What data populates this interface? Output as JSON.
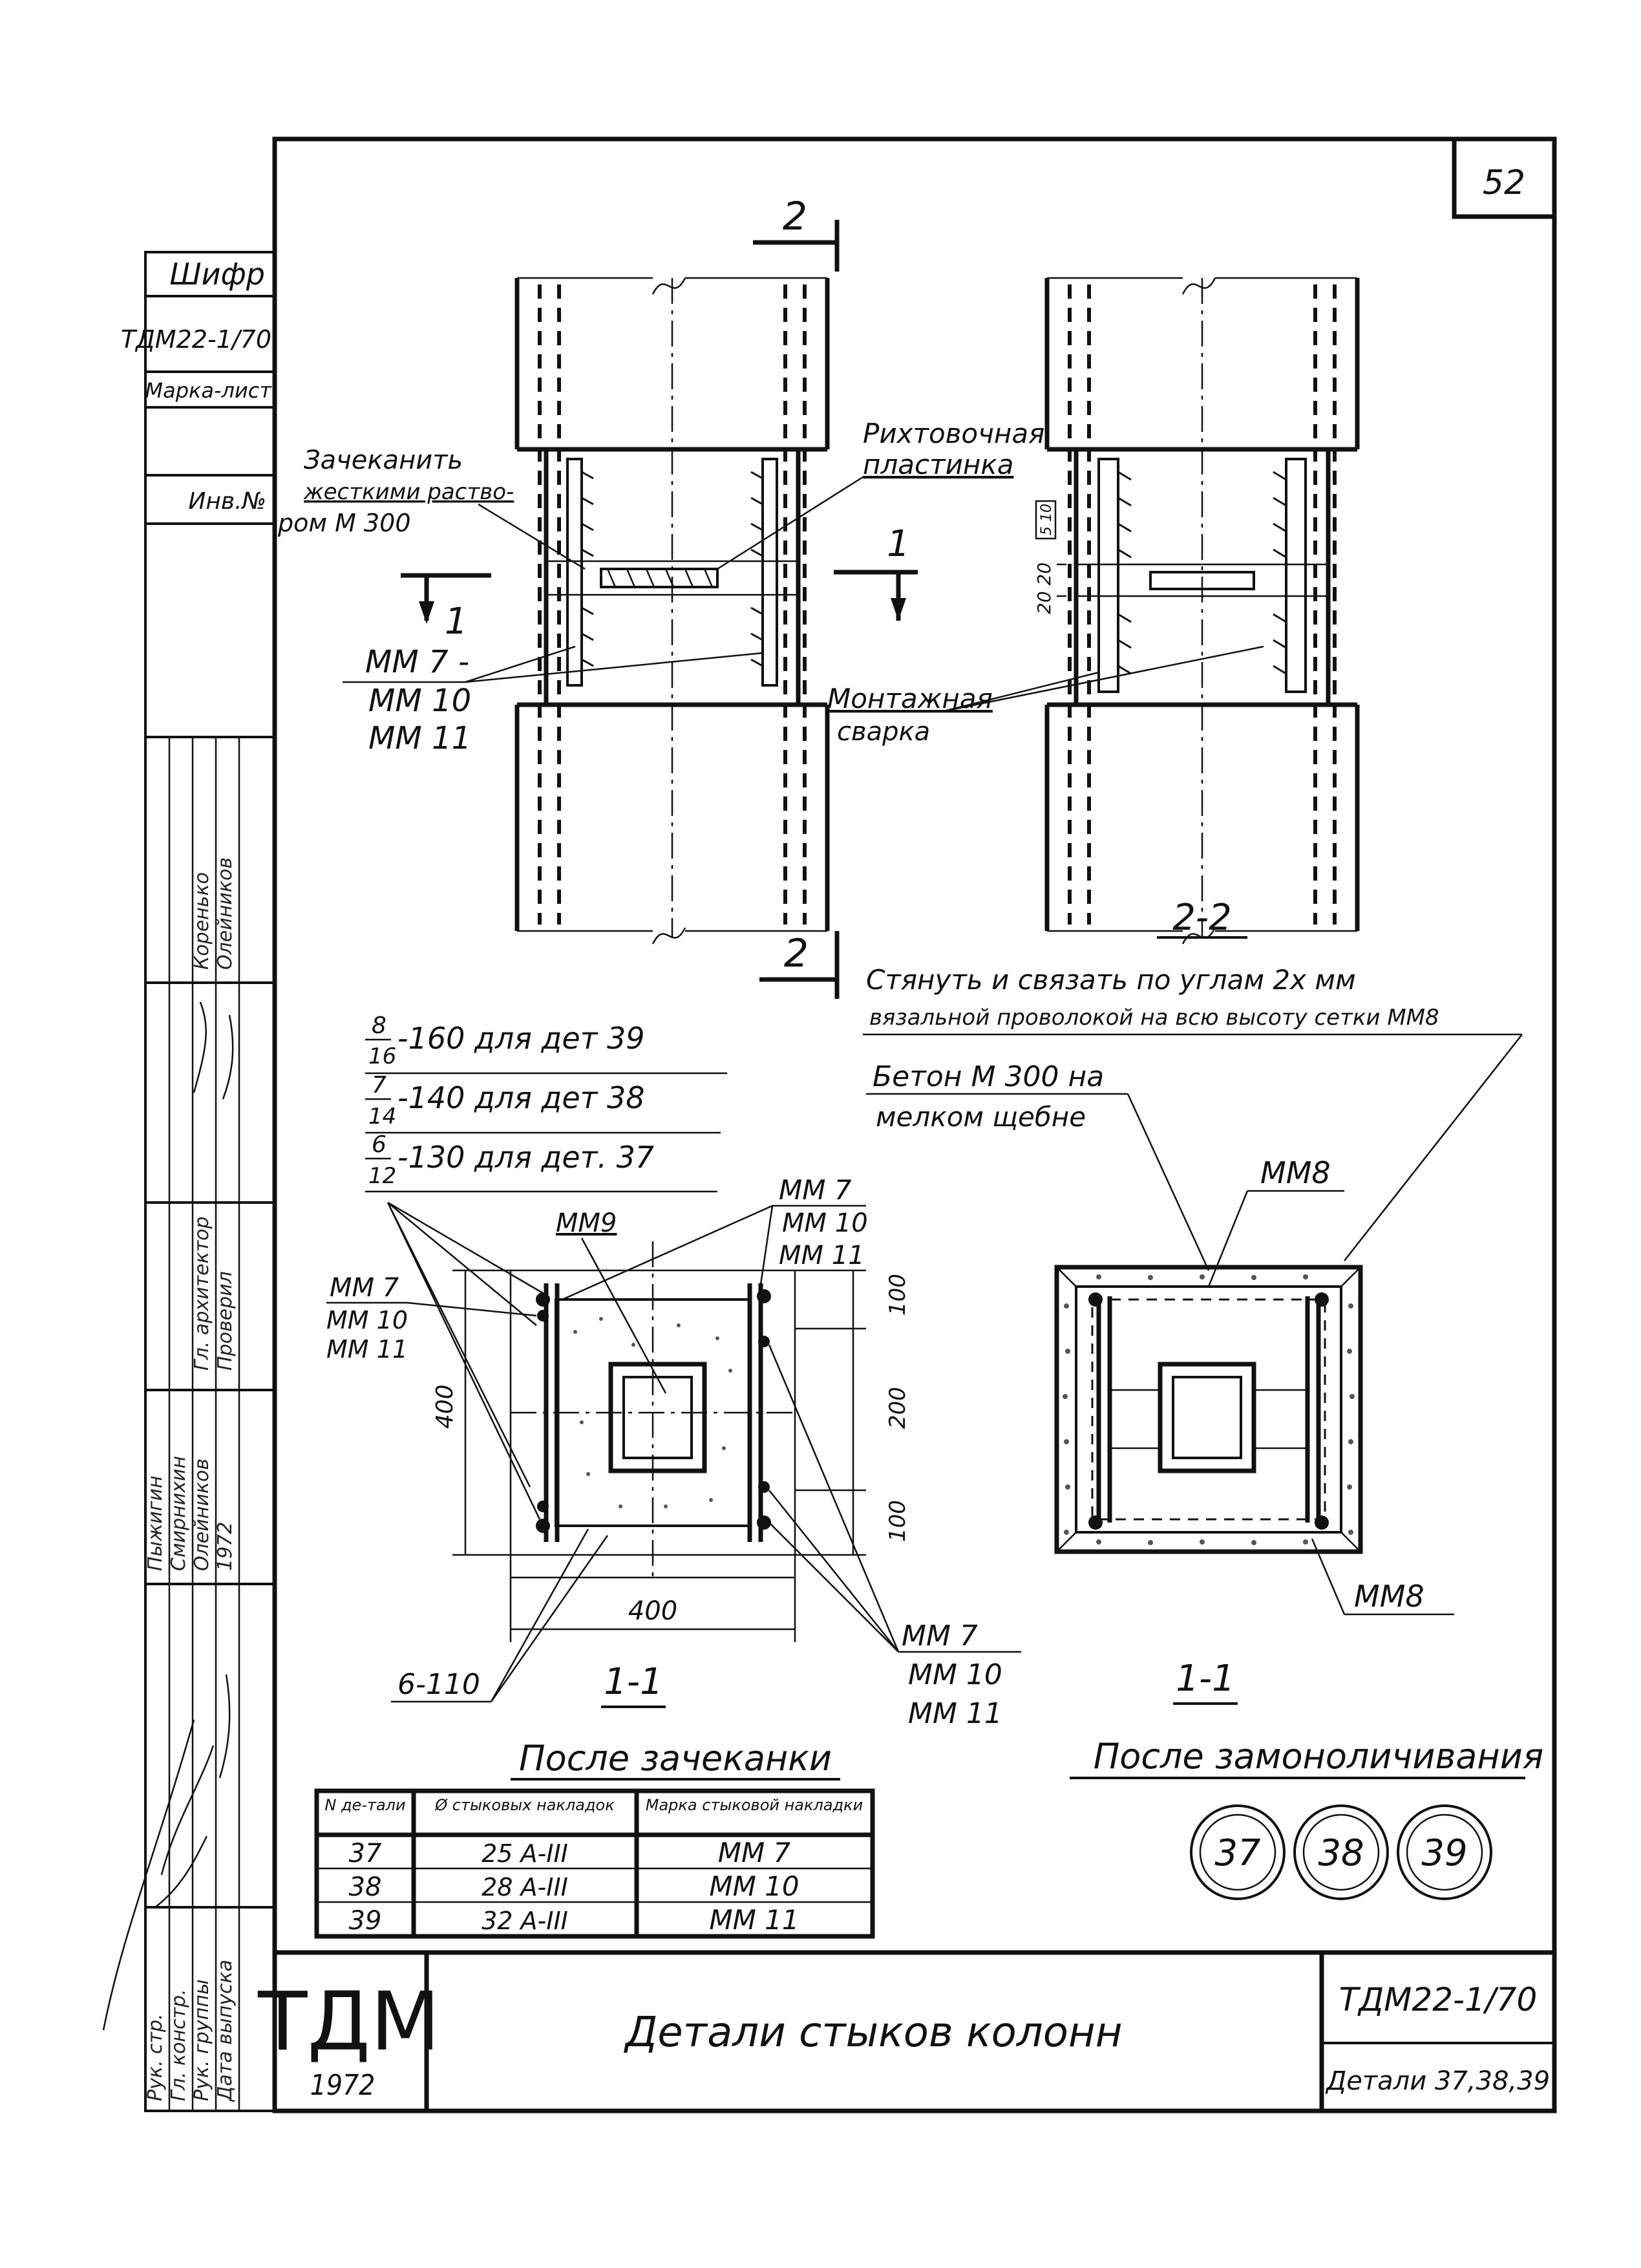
{
  "sheet": {
    "page_number": "52",
    "code": "ТДМ22-1/70",
    "drawing_ref": "Детали 37,38,39",
    "title": "Детали стыков колонн",
    "logo": "ТДМ",
    "year": "1972"
  },
  "side_stamp": {
    "header": "Шифр",
    "cipher": "ТДМ22-1/70",
    "mark_label": "Марка-лист",
    "inv_label": "Инв.№"
  },
  "signature_block": {
    "roles": [
      "Рук. стр.",
      "Гл. констр.",
      "Рук. группы",
      "Дата выпуска"
    ],
    "names": [
      "Пыжигин",
      "Смирнихин",
      "Олейников",
      "1972"
    ],
    "roles2": [
      "Гл. архитектор",
      "Проверил"
    ],
    "names2": [
      "Коренько",
      "Олейников"
    ]
  },
  "section_2_2": {
    "cut_mark_top": "2",
    "cut_mark_bottom": "2",
    "cut_mark_1": "1",
    "label": "2-2",
    "dim_gap": "20 20",
    "dim_box": "5 10"
  },
  "elevation_notes": {
    "caulk_note": [
      "Зачеканить",
      "жесткими раство-",
      "ром М 300"
    ],
    "fixing_plate": [
      "Рихтовочная",
      "пластинка"
    ],
    "mounting_weld": [
      "Монтажная",
      "сварка"
    ],
    "mesh_marks": [
      "ММ 7 -",
      "ММ 10",
      "ММ 11"
    ]
  },
  "notes_welds": [
    {
      "frac_top": "8",
      "frac_bottom": "16",
      "text": "-160 для дет 39"
    },
    {
      "frac_top": "7",
      "frac_bottom": "14",
      "text": "-140 для дет 38"
    },
    {
      "frac_top": "6",
      "frac_bottom": "12",
      "text": "-130 для дет. 37"
    }
  ],
  "section_1_1_left": {
    "mesh_top_right": [
      "ММ 7",
      "ММ 10",
      "ММ 11"
    ],
    "mesh_center": "ММ9",
    "mesh_left": [
      "ММ 7",
      "ММ 10",
      "ММ 11"
    ],
    "mesh_bottom_right": [
      "ММ 7",
      "ММ 10",
      "ММ 11"
    ],
    "weld": "6-110",
    "dim_width": "400",
    "dim_height": "400",
    "dim_right": [
      "100",
      "200",
      "100"
    ],
    "label": "1-1",
    "caption": "После зачеканки"
  },
  "section_1_1_right": {
    "tie_note": [
      "Стянуть и связать по углам 2x мм",
      "вязальной проволокой на всю высоту сетки ММ8"
    ],
    "concrete_note": [
      "Бетон М 300 на",
      "мелком щебне"
    ],
    "mesh_top": "ММ8",
    "mesh_bottom": "ММ8",
    "label": "1-1",
    "caption": "После замоноличивания"
  },
  "table": {
    "headers": [
      "N де-тали",
      "Ø стыковых накладок",
      "Марка стыковой накладки"
    ],
    "rows": [
      [
        "37",
        "25 А-III",
        "ММ 7"
      ],
      [
        "38",
        "28 А-III",
        "ММ 10"
      ],
      [
        "39",
        "32 А-III",
        "ММ 11"
      ]
    ]
  },
  "detail_badges": [
    "37",
    "38",
    "39"
  ]
}
